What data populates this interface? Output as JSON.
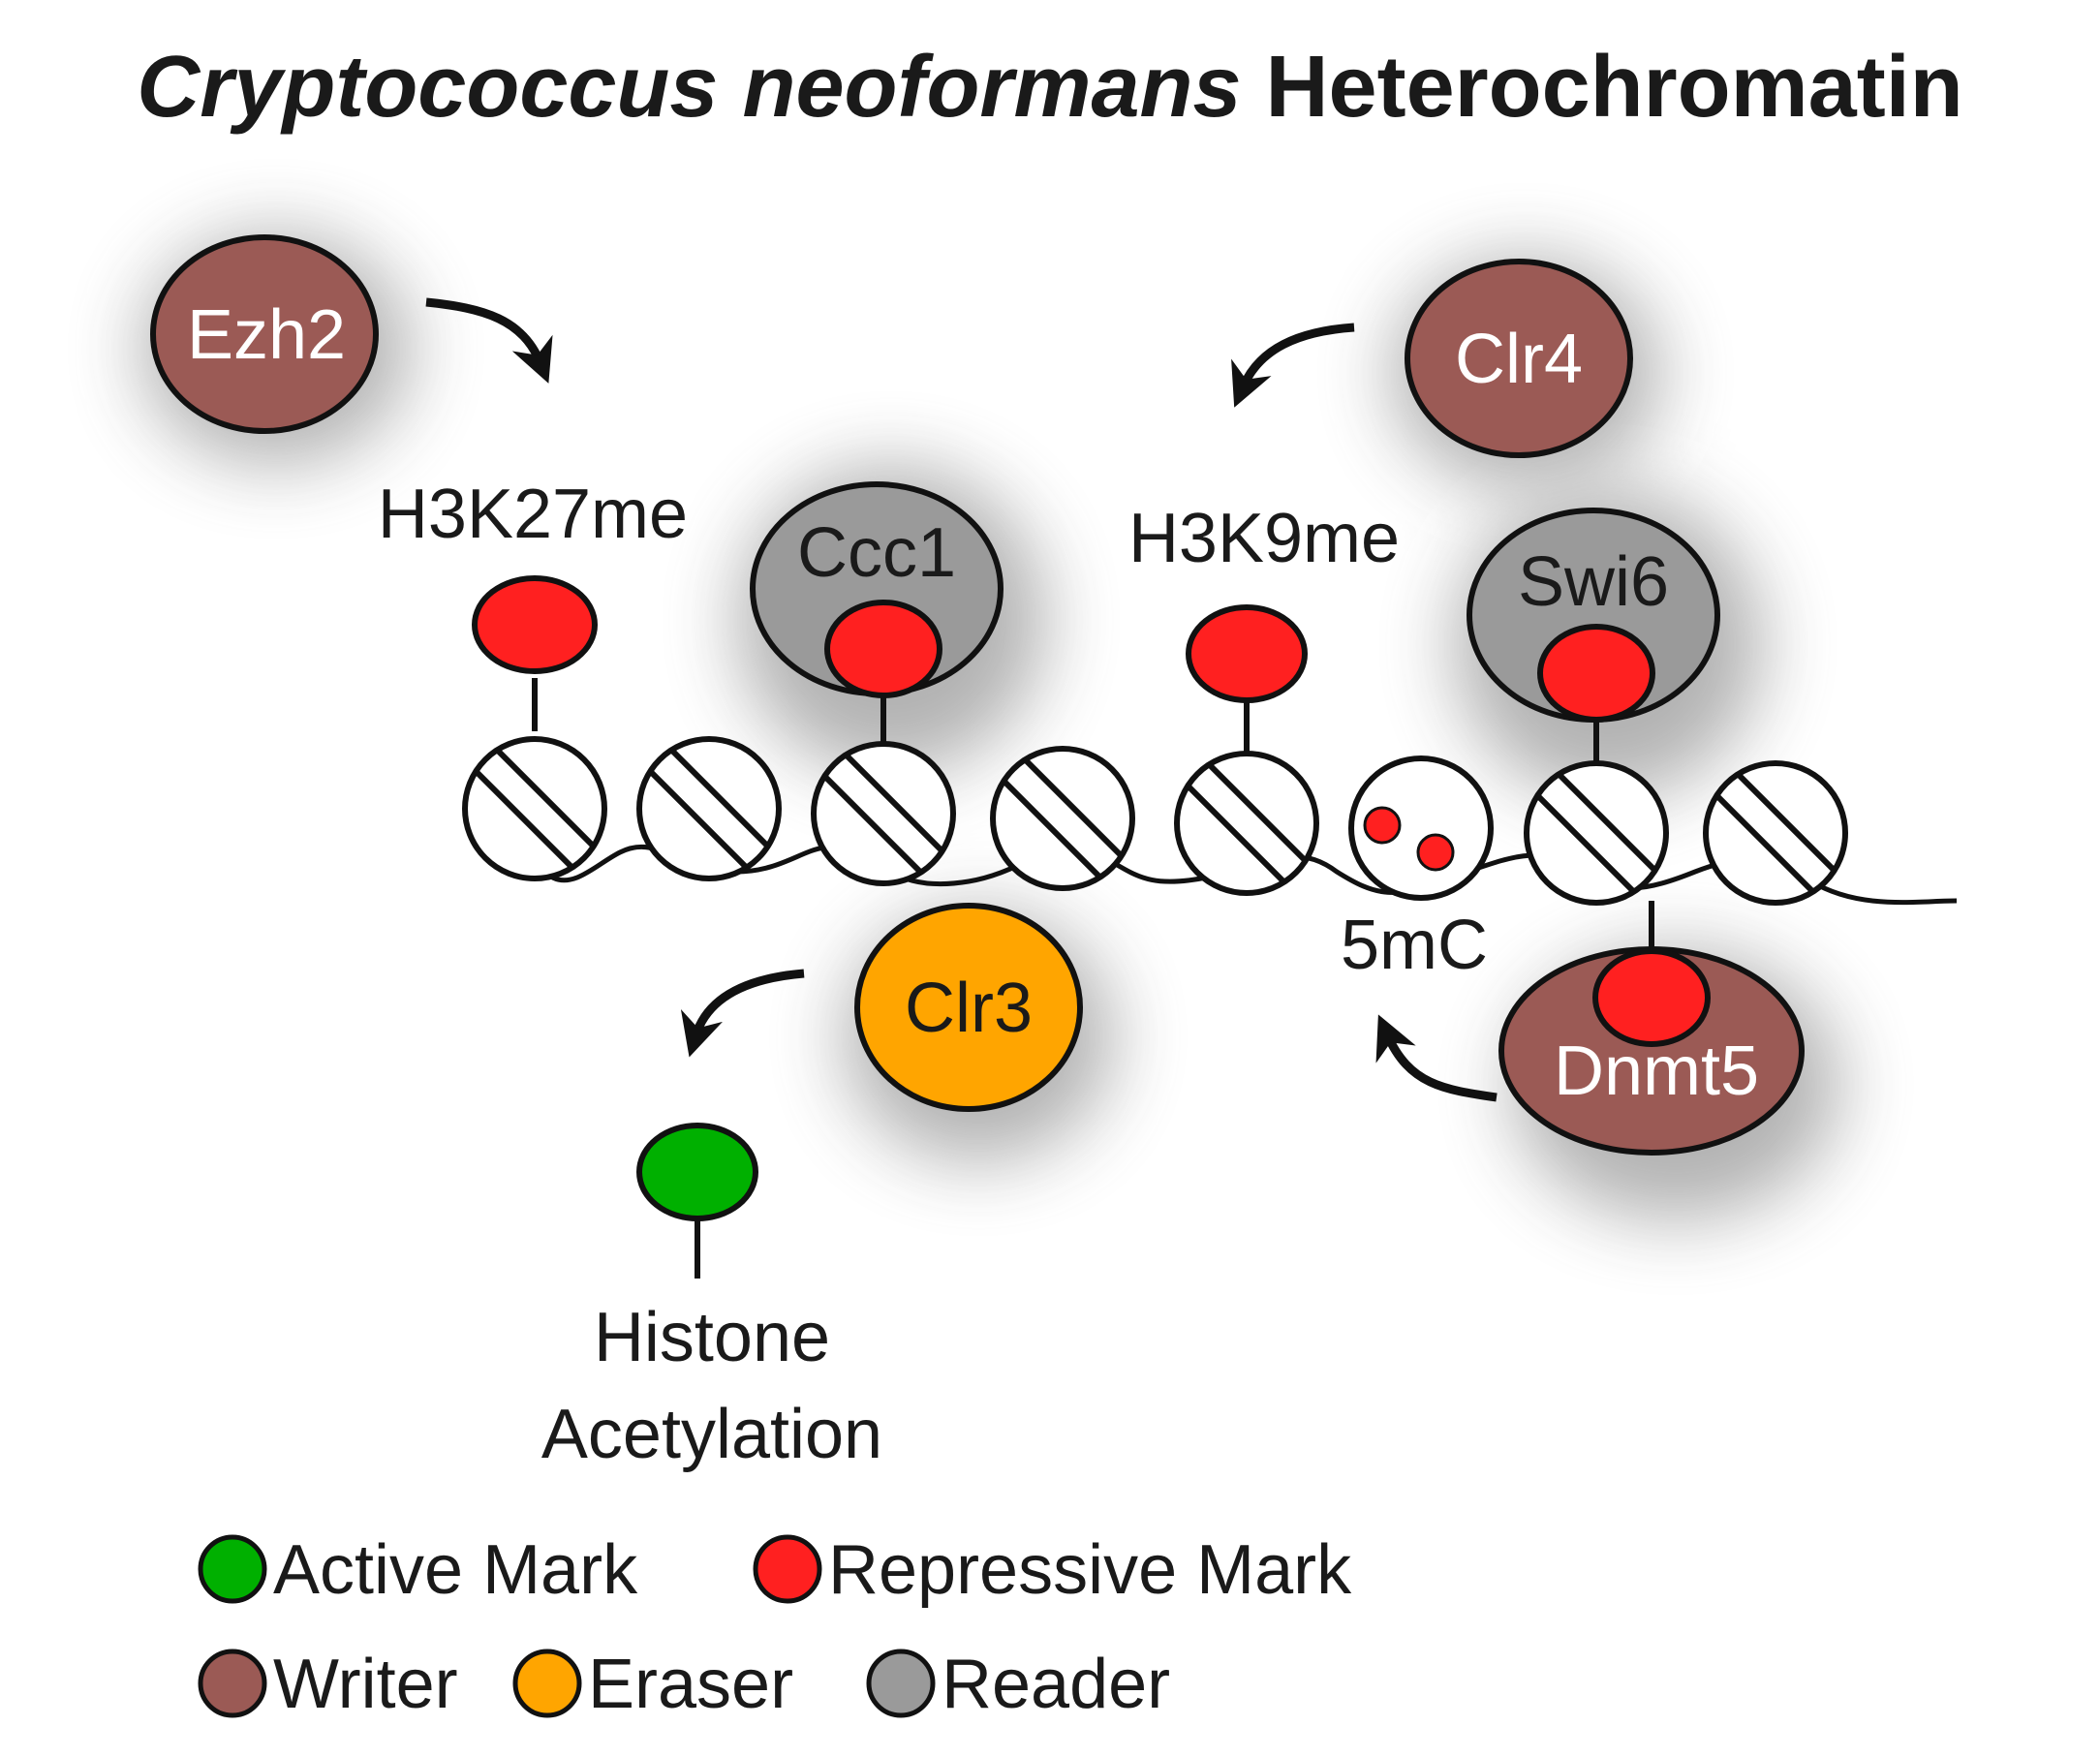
{
  "title": {
    "species": "Cryptococcus neoformans",
    "rest": " Heterochromatin"
  },
  "colors": {
    "writer": "#9B5A55",
    "eraser": "#FFA500",
    "reader": "#9A9A9A",
    "repressive": "#FF2020",
    "active": "#00B000",
    "stroke": "#111111"
  },
  "enzymes": {
    "ezh2": {
      "label": "Ezh2",
      "role": "writer"
    },
    "clr4": {
      "label": "Clr4",
      "role": "writer"
    },
    "ccc1": {
      "label": "Ccc1",
      "role": "reader"
    },
    "swi6": {
      "label": "Swi6",
      "role": "reader"
    },
    "clr3": {
      "label": "Clr3",
      "role": "eraser"
    },
    "dnmt5": {
      "label": "Dnmt5",
      "role": "writer"
    }
  },
  "marks": {
    "h3k27me": "H3K27me",
    "h3k9me": "H3K9me",
    "five_mc": "5mC",
    "acetylation_line1": "Histone",
    "acetylation_line2": "Acetylation"
  },
  "nucleosome_count": 8,
  "legend": {
    "active": "Active Mark",
    "repressive": "Repressive Mark",
    "writer": "Writer",
    "eraser": "Eraser",
    "reader": "Reader"
  }
}
